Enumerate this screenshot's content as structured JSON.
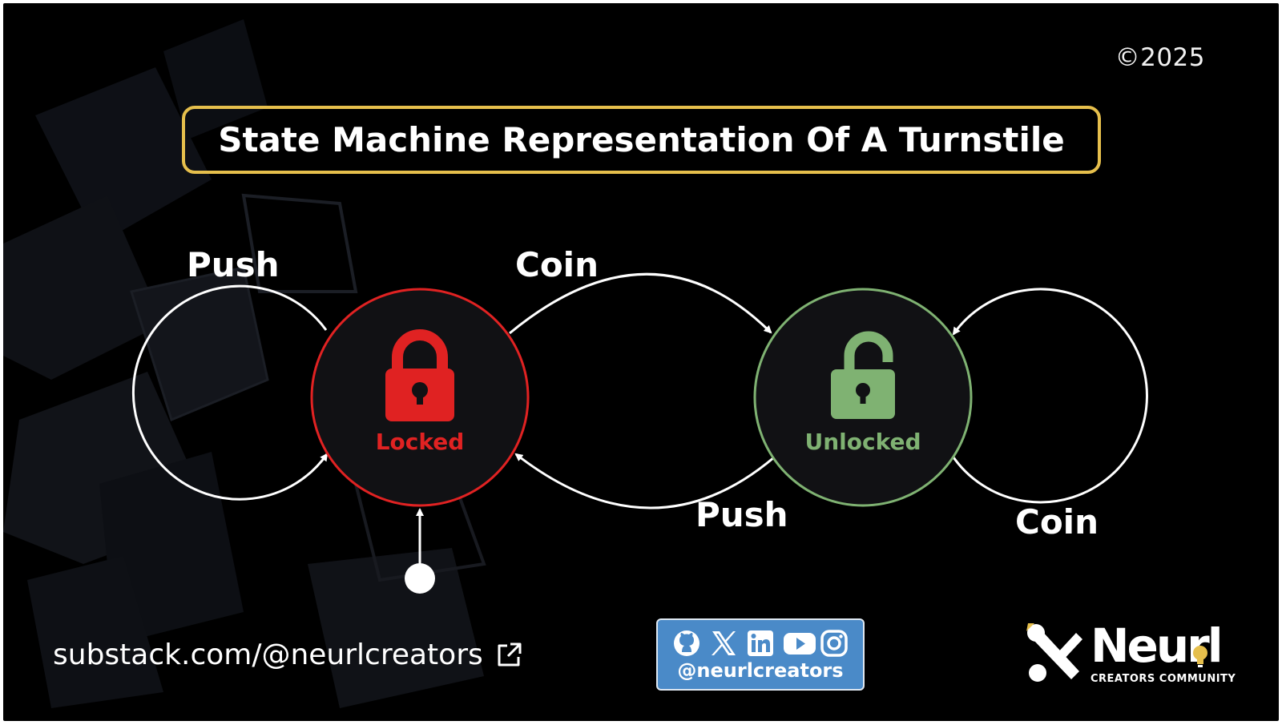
{
  "copyright": "©2025",
  "title": "State Machine Representation Of A Turnstile",
  "states": [
    {
      "name": "Locked",
      "icon": "locked-padlock-icon",
      "color": "#e02222"
    },
    {
      "name": "Unlocked",
      "icon": "unlocked-padlock-icon",
      "color": "#7fb272"
    }
  ],
  "transitions": [
    {
      "from": "Locked",
      "to": "Locked",
      "label": "Push"
    },
    {
      "from": "Locked",
      "to": "Unlocked",
      "label": "Coin"
    },
    {
      "from": "Unlocked",
      "to": "Locked",
      "label": "Push"
    },
    {
      "from": "Unlocked",
      "to": "Unlocked",
      "label": "Coin"
    }
  ],
  "initial_state": "Locked",
  "footer": {
    "url": "substack.com/@neurlcreators",
    "url_icon": "external-link-icon",
    "social_icons": [
      "github-icon",
      "x-icon",
      "linkedin-icon",
      "youtube-icon",
      "instagram-icon"
    ],
    "social_handle": "@neurlcreators",
    "brand_name": "Neurl",
    "brand_sub": "CREATORS COMMUNITY"
  },
  "colors": {
    "background": "#000000",
    "title_border": "#e6bf4c",
    "locked": "#e02222",
    "unlocked": "#7fb272",
    "social_bg": "#4a8ac8"
  }
}
